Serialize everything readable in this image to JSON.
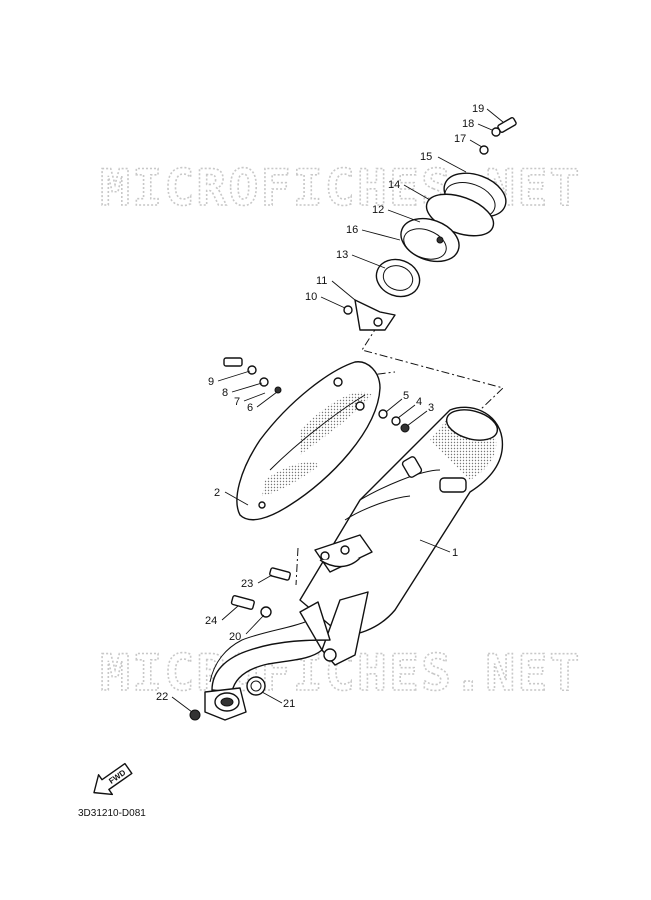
{
  "watermark": {
    "text": "MICROFICHES.NET"
  },
  "diagram_code": "3D31210-D081",
  "fwd_label": "FWD",
  "callouts": [
    "1",
    "2",
    "3",
    "4",
    "5",
    "6",
    "7",
    "8",
    "9",
    "10",
    "11",
    "12",
    "13",
    "14",
    "15",
    "16",
    "17",
    "18",
    "19",
    "20",
    "21",
    "22",
    "23",
    "24"
  ]
}
